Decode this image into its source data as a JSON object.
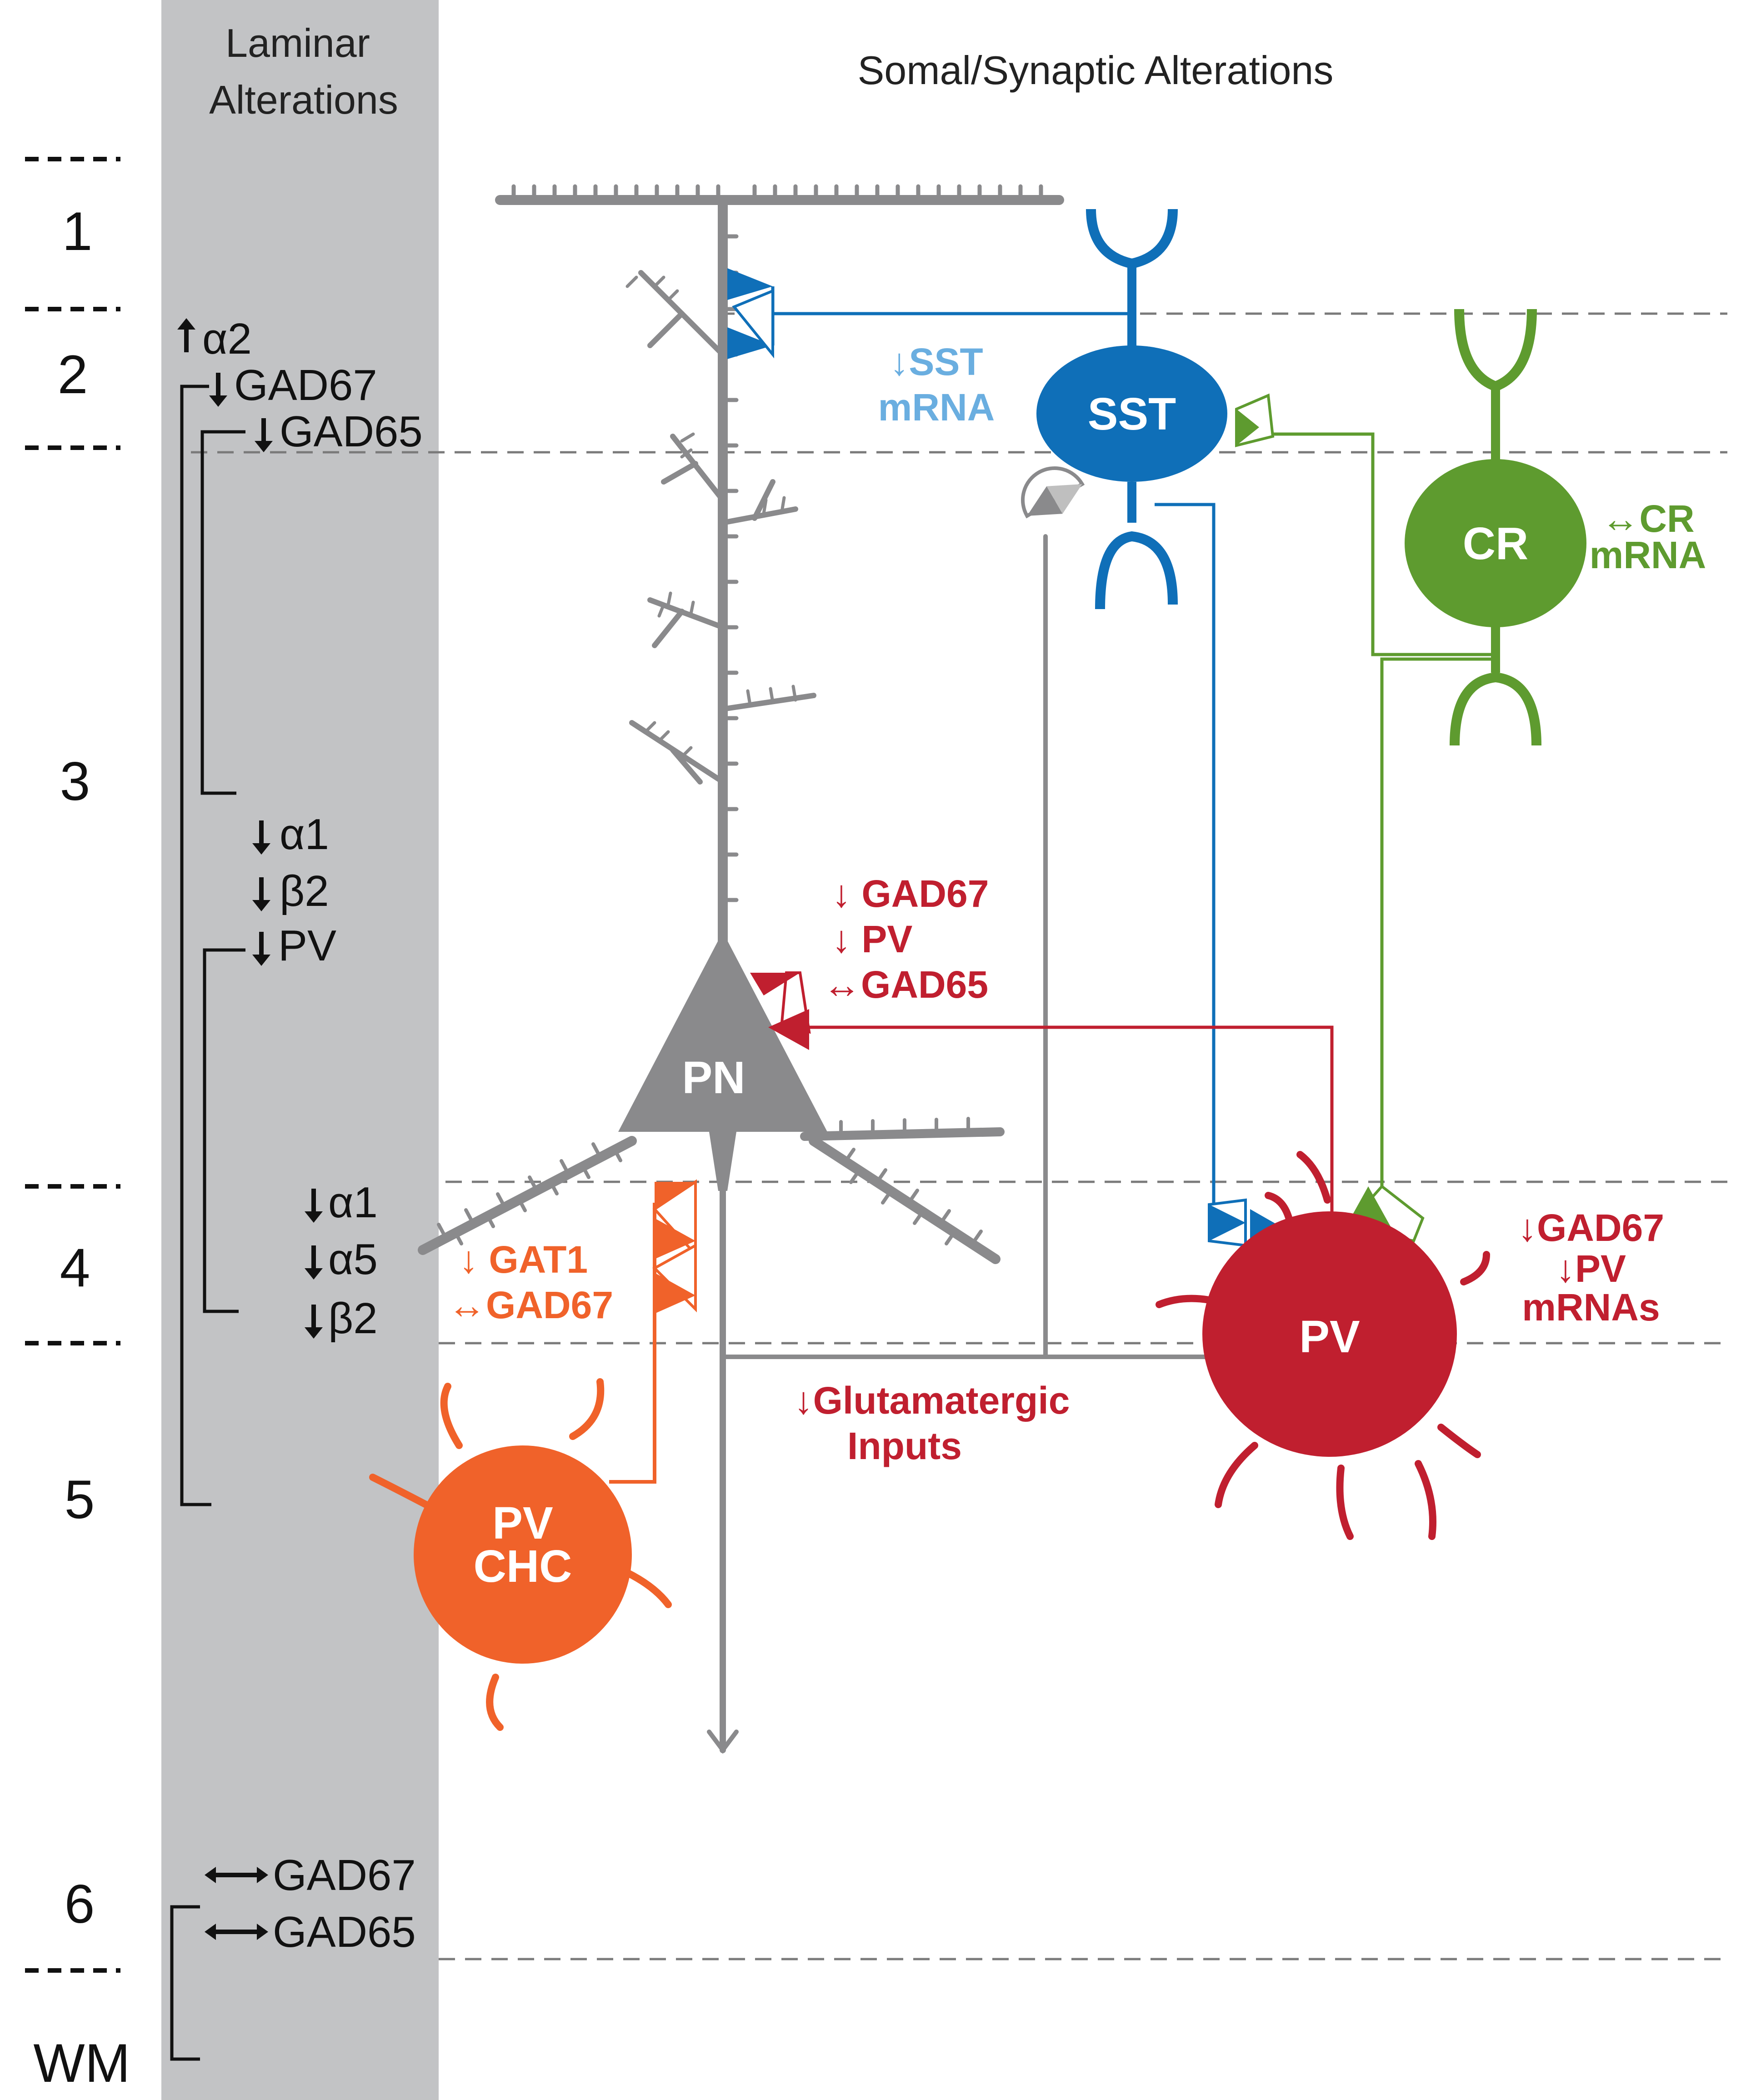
{
  "headers": {
    "laminar": [
      "Laminar",
      "Alterations"
    ],
    "somal": "Somal/Synaptic Alterations"
  },
  "layers": [
    "1",
    "2",
    "3",
    "4",
    "5",
    "6",
    "WM"
  ],
  "laminar_alterations": [
    {
      "arrow": "up",
      "label": "α2"
    },
    {
      "arrow": "down",
      "label": "GAD67"
    },
    {
      "arrow": "down",
      "label": "GAD65"
    },
    {
      "arrow": "down",
      "label": "α1"
    },
    {
      "arrow": "down",
      "label": "β2"
    },
    {
      "arrow": "down",
      "label": "PV"
    },
    {
      "arrow": "down",
      "label": "α1"
    },
    {
      "arrow": "down",
      "label": "α5"
    },
    {
      "arrow": "down",
      "label": "β2"
    },
    {
      "arrow": "both",
      "label": "GAD67"
    },
    {
      "arrow": "both",
      "label": "GAD65"
    }
  ],
  "cells": {
    "pn": "PN",
    "sst": "SST",
    "cr": "CR",
    "pv": "PV",
    "pvchc": [
      "PV",
      "CHC"
    ]
  },
  "annotations": {
    "sst_mrna": [
      "↓SST",
      "mRNA"
    ],
    "cr_mrna": [
      "↔CR",
      "mRNA"
    ],
    "pv_synapse": [
      "↓ GAD67",
      "↓ PV",
      "↔GAD65"
    ],
    "chc_synapse": [
      "↓ GAT1",
      "↔GAD67"
    ],
    "pv_mrnas": [
      "↓GAD67",
      "↓PV",
      "mRNAs"
    ],
    "glutamatergic": [
      "↓Glutamatergic",
      "Inputs"
    ]
  },
  "colors": {
    "pyramidal": "#8a8a8c",
    "sst": "#0f6fb8",
    "sst_text": "#6aaee0",
    "cr": "#5e9b2f",
    "pv": "#c01f2f",
    "chc": "#f0622a",
    "laminar_band": "#c2c3c5"
  }
}
